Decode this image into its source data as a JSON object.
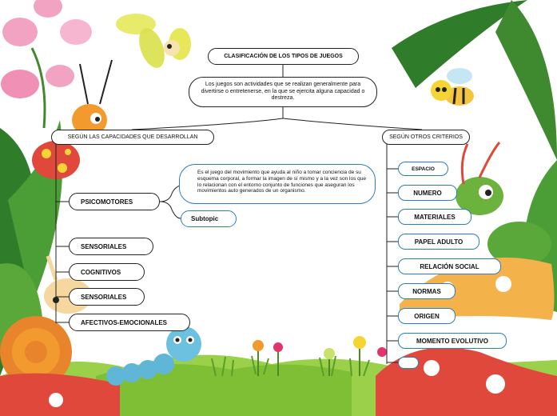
{
  "title": "CLASIFICACIÓN DE LOS TIPOS DE JUEGOS",
  "definition": "Los juegos son actividades que se realizan generalmente para divertirse o entretenerse, en la que se ejercita alguna capacidad o destreza.",
  "left_branch": {
    "label": "SEGÚN LAS CAPACIDADES QUE DESARROLLAN",
    "psicomotores": {
      "label": "PSICOMOTORES",
      "info": "Es el juego del movimiento que ayuda al niño a tomar conciencia de su esquema corporal, a formar la imagen de sí mismo y a la vez son los que lo relacionan con el entorno conjunto de funciones que aseguran los movimientos auto generados de un organismo.",
      "subtopic": "Subtopic"
    },
    "items": [
      "SENSORIALES",
      "COGNITIVOS",
      "SENSORIALES",
      "AFECTIVOS-EMOCIONALES"
    ]
  },
  "right_branch": {
    "label": "SEGÚN OTROS CRITERIOS",
    "items": [
      "ESPACIO",
      "NUMERO",
      "MATERIALES",
      "PAPEL ADULTO",
      "RELACIÓN SOCIAL",
      "NORMAS",
      "ORIGEN",
      "MOMENTO EVOLUTIVO",
      ""
    ]
  },
  "colors": {
    "line": "#222222",
    "blue_border": "#2a7fc0",
    "leaf_green": "#5aa83a",
    "dark_leaf": "#2f7d2a",
    "grass": "#8cc63f",
    "pink": "#f0a7c0",
    "mushroom_red": "#e0483b",
    "snail_orange": "#e8842c",
    "sky": "#ffffff"
  }
}
